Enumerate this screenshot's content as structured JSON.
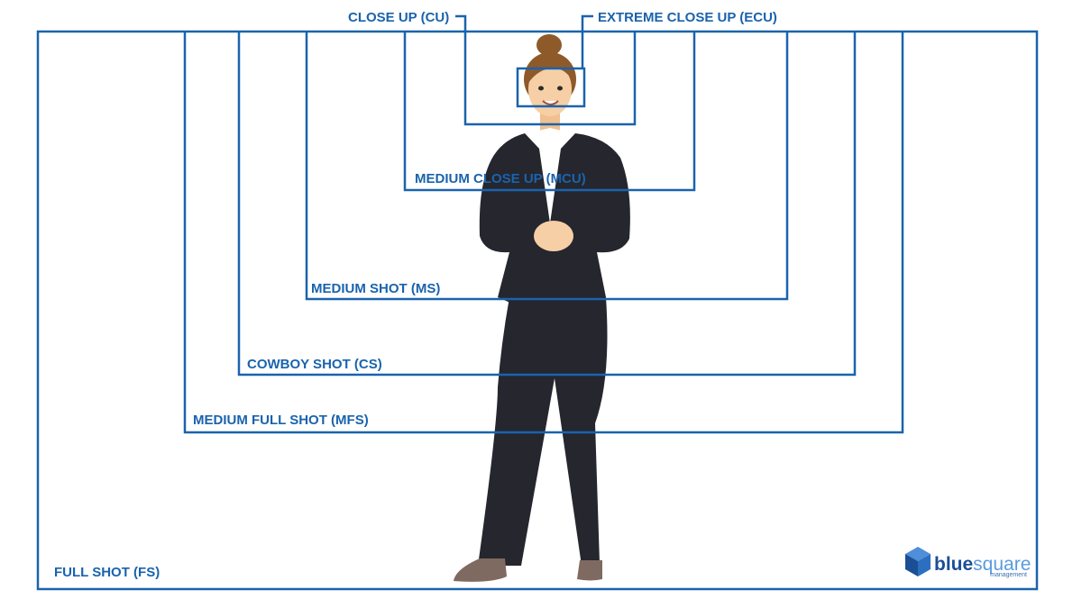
{
  "shots": [
    {
      "key": "fs",
      "label": "FULL SHOT (FS)"
    },
    {
      "key": "mfs",
      "label": "MEDIUM FULL SHOT (MFS)"
    },
    {
      "key": "cs",
      "label": "COWBOY SHOT (CS)"
    },
    {
      "key": "ms",
      "label": "MEDIUM SHOT (MS)"
    },
    {
      "key": "mcu",
      "label": "MEDIUM CLOSE UP (MCU)"
    },
    {
      "key": "cu",
      "label": "CLOSE UP (CU)"
    },
    {
      "key": "ecu",
      "label": "EXTREME CLOSE UP (ECU)"
    }
  ],
  "logo": {
    "word_bold": "blue",
    "word_light": "square",
    "sub": "management"
  },
  "colors": {
    "frame": "#1a63ad",
    "suit": "#25262e",
    "skin": "#f6cfa6",
    "hair": "#8e5a2a",
    "shoe": "#7e6a60",
    "shirt": "#ffffff"
  }
}
